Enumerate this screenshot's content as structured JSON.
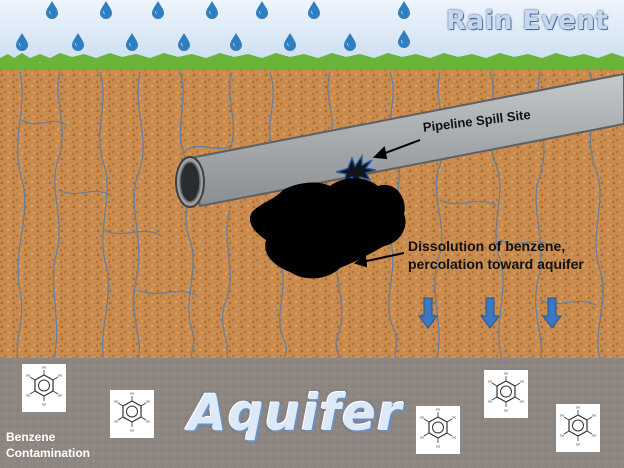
{
  "labels": {
    "rain_event": "Rain Event",
    "pipeline_spill": "Pipeline Spill Site",
    "dissolution_line1": "Dissolution of benzene,",
    "dissolution_line2": "percolation toward aquifer",
    "aquifer": "Aquifer",
    "benzene_line1": "Benzene",
    "benzene_line2": "Contamination"
  },
  "colors": {
    "sky": "#d9e8f6",
    "raindrop": "#2f7fc0",
    "grass": "#6ab43a",
    "soil": "#c78a4c",
    "root": "#5b7ea8",
    "pipe": "#a8abae",
    "oil": "#000000",
    "arrow": "#3a78c0",
    "aquifer": "#8d857e"
  },
  "icons": {
    "raindrop": "raindrop-icon",
    "benzene": "benzene-structure-icon",
    "flow_arrow": "down-arrow-icon"
  }
}
